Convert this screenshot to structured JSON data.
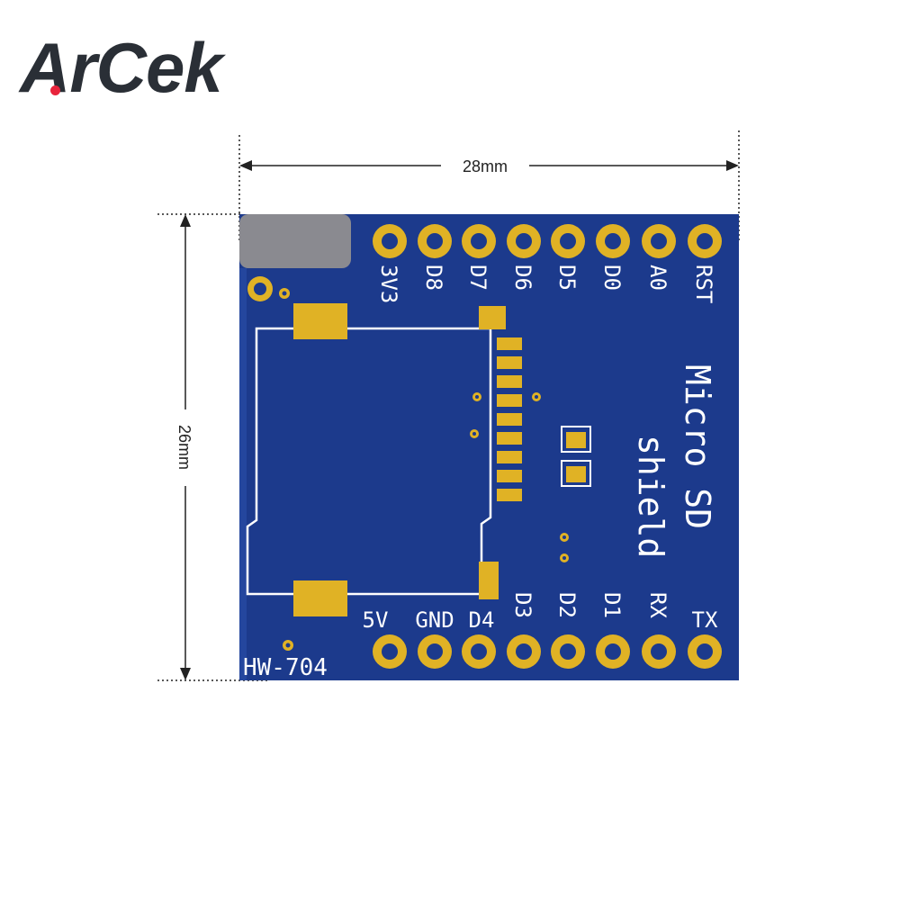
{
  "brand": {
    "name": "ArCek",
    "accent": "#e8243c",
    "text_color": "#2a2f36"
  },
  "dimensions": {
    "width_label": "28mm",
    "height_label": "26mm"
  },
  "board": {
    "model": "HW-704",
    "title_line1": "Micro SD",
    "title_line2": "shield",
    "pcb_color": "#1c3a8c",
    "pad_color": "#e0b225",
    "top_pins": [
      "3V3",
      "D8",
      "D7",
      "D6",
      "D5",
      "D0",
      "A0",
      "RST"
    ],
    "bottom_pins": [
      "5V",
      "GND",
      "D4",
      "D3",
      "D2",
      "D1",
      "RX",
      "TX"
    ]
  }
}
